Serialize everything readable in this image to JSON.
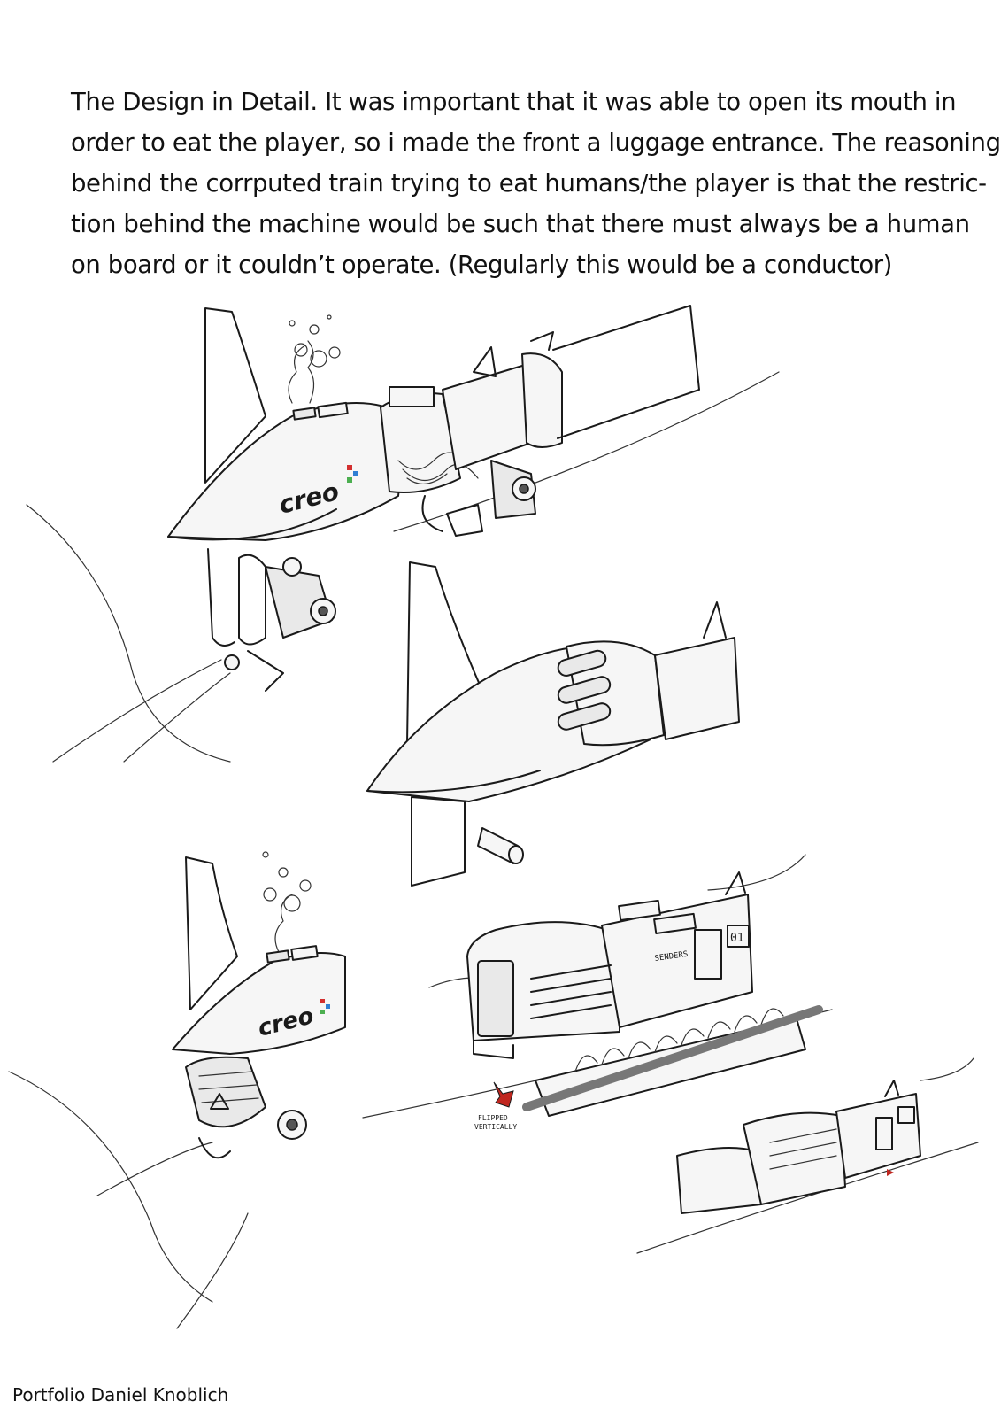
{
  "intro": {
    "lines": [
      "The Design in Detail. It was important that it was able to open its mouth in",
      "order to eat the player, so i made the front a luggage entrance. The reasoning",
      "behind the corrputed train trying to eat humans/the player is that the restric-",
      "tion behind the machine would be such that there must always be a human",
      "on board or it couldn’t operate. (Regularly this would be a conductor)"
    ]
  },
  "illustrations": {
    "logo_text": "creo",
    "annotation_line1": "FLIPPED",
    "annotation_line2": "VERTICALLY",
    "car_number": "01",
    "door_label": "SENDERS"
  },
  "footer": {
    "credit": "Portfolio Daniel Knoblich"
  },
  "colors": {
    "ink": "#1a1a1a",
    "arrow_red": "#c0261f",
    "logo_accent_red": "#d32f2f",
    "logo_accent_blue": "#2f7fd3",
    "logo_accent_green": "#4caf50"
  }
}
